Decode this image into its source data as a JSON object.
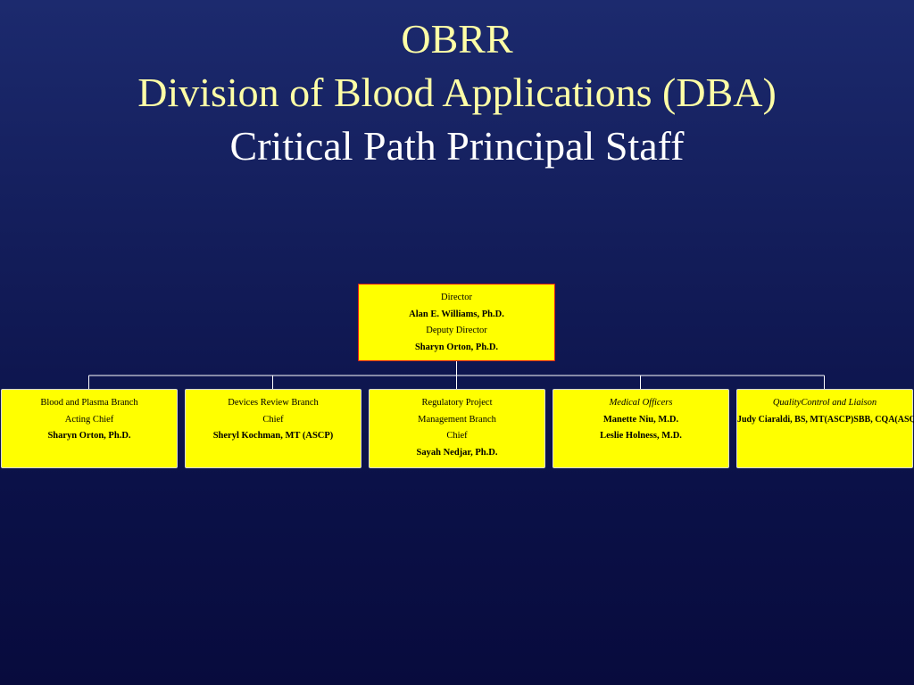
{
  "title": {
    "line1": "OBRR",
    "line2": "Division of Blood Applications (DBA)",
    "line3": "Critical Path Principal Staff"
  },
  "director": {
    "role": "Director",
    "name": "Alan E. Williams, Ph.D.",
    "deputy_role": "Deputy Director",
    "deputy_name": "Sharyn Orton, Ph.D."
  },
  "branches": [
    {
      "line1": "Blood and Plasma Branch",
      "line2": "Acting  Chief",
      "name": "Sharyn Orton, Ph.D."
    },
    {
      "line1": "Devices Review Branch",
      "line2": "Chief",
      "name": "Sheryl Kochman, MT (ASCP)"
    },
    {
      "line1": "Regulatory Project",
      "line2": "Management Branch",
      "line3": "Chief",
      "name": "Sayah Nedjar, Ph.D."
    },
    {
      "title": "Medical Officers",
      "name1": "Manette Niu, M.D.",
      "name2": "Leslie Holness, M.D."
    },
    {
      "title": "QualityControl and Liaison",
      "name1": "Judy Ciaraldi, BS, MT(ASCP)SBB, CQA(ASQ)"
    }
  ],
  "colors": {
    "title_cream": "#ffffa6",
    "title_white": "#ffffff",
    "box_fill": "#ffff00",
    "director_border": "#e01a1a",
    "connector": "#ffffff"
  }
}
